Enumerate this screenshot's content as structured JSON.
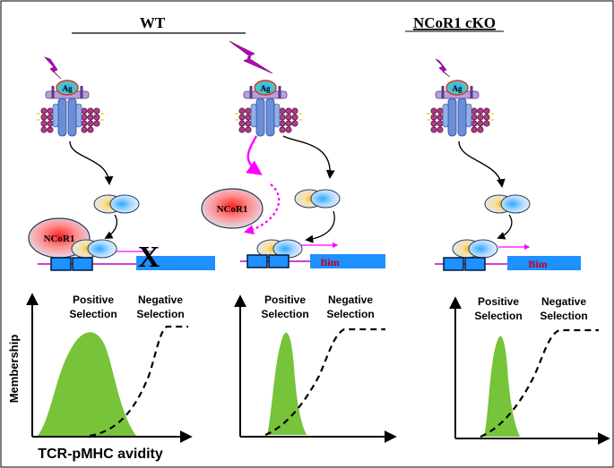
{
  "titles": {
    "wt": "WT",
    "cko": "NCoR1 cKO"
  },
  "labels": {
    "ag": "Ag",
    "ncor1": "NCoR1",
    "x_mark": "X",
    "bim": "Bim"
  },
  "plots": {
    "positive": [
      "Positive",
      "Selection"
    ],
    "negative": [
      "Negative",
      "Selection"
    ],
    "ylabel": "Membership",
    "xlabel": "TCR-pMHC avidity"
  },
  "colors": {
    "frame": "#000000",
    "lightning": "#c000c0",
    "magenta_arrow": "#ff00ff",
    "dna_bar": "#1e90ff",
    "bim_text": "#c00020",
    "curve_fill": "#77c33a",
    "membrane_lipid": "#b23a8a",
    "receptor": "#6a8fd8",
    "antigen": "#5fd6a0"
  },
  "icons": [
    "lightning-icon",
    "tcr-receptor-icon",
    "cell-membrane-icon"
  ]
}
